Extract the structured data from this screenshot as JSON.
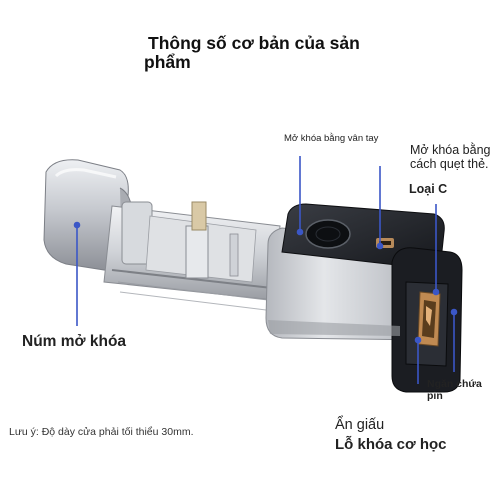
{
  "title": {
    "line1": "Thông số cơ bản của sản",
    "line2": "phẩm"
  },
  "callouts": {
    "fingerprint": "Mở khóa bằng vân tay",
    "card": "Mở khóa bằng cách quẹt thẻ.",
    "type_c": "Loại C",
    "knob": "Núm mở khóa",
    "battery": "Ngăn chứa pin",
    "note": "Lưu ý: Độ dày cửa phải tối thiểu 30mm.",
    "hidden": "Ẩn giấu",
    "mechanical": "Lỗ khóa cơ học"
  },
  "colors": {
    "leader": "#3b57c7",
    "metal": "#c9ccd2",
    "dark": "#1c1e24",
    "copper": "#c08a52"
  },
  "icons": {
    "fingerprint_sensor": "fingerprint-sensor-icon",
    "card_reader": "card-reader-icon",
    "usb_port": "usb-c-port-icon"
  }
}
